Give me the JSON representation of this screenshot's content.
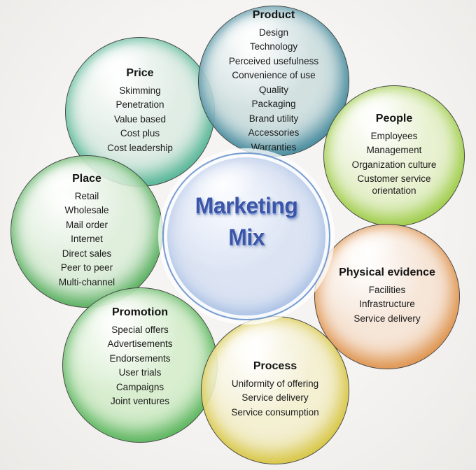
{
  "page": {
    "background": "#f3f2f0",
    "text_color": "#1b1b1b"
  },
  "center": {
    "line1": "Marketing",
    "line2": "Mix",
    "fill": "#dbe3f3",
    "rim": "#7fa8d9",
    "text_color": "#3b55a8"
  },
  "circles": {
    "product": {
      "title": "Product",
      "items": [
        "Design",
        "Technology",
        "Perceived usefulness",
        "Convenience of use",
        "Quality",
        "Packaging",
        "Brand utility",
        "Accessories",
        "Warranties"
      ],
      "fill": "#cbdcdd",
      "rim": "#41889b"
    },
    "people": {
      "title": "People",
      "items": [
        "Employees",
        "Management",
        "Organization culture",
        "Customer service orientation"
      ],
      "fill": "#e5f0cb",
      "rim": "#9cca45"
    },
    "physical_evidence": {
      "title": "Physical evidence",
      "items": [
        "Facilities",
        "Infrastructure",
        "Service delivery"
      ],
      "fill": "#f6e3d4",
      "rim": "#dd9049"
    },
    "process": {
      "title": "Process",
      "items": [
        "Uniformity of offering",
        "Service delivery",
        "Service consumption"
      ],
      "fill": "#f3eecd",
      "rim": "#d6c43f"
    },
    "promotion": {
      "title": "Promotion",
      "items": [
        "Special offers",
        "Advertisements",
        "Endorsements",
        "User trials",
        "Campaigns",
        "Joint ventures"
      ],
      "fill": "#d2ecc9",
      "rim": "#55b259"
    },
    "place": {
      "title": "Place",
      "items": [
        "Retail",
        "Wholesale",
        "Mail order",
        "Internet",
        "Direct sales",
        "Peer to peer",
        "Multi-channel"
      ],
      "fill": "#dcedd9",
      "rim": "#53ad5b"
    },
    "price": {
      "title": "Price",
      "items": [
        "Skimming",
        "Penetration",
        "Value based",
        "Cost plus",
        "Cost leadership"
      ],
      "fill": "#dcebe3",
      "rim": "#4fb392"
    }
  }
}
